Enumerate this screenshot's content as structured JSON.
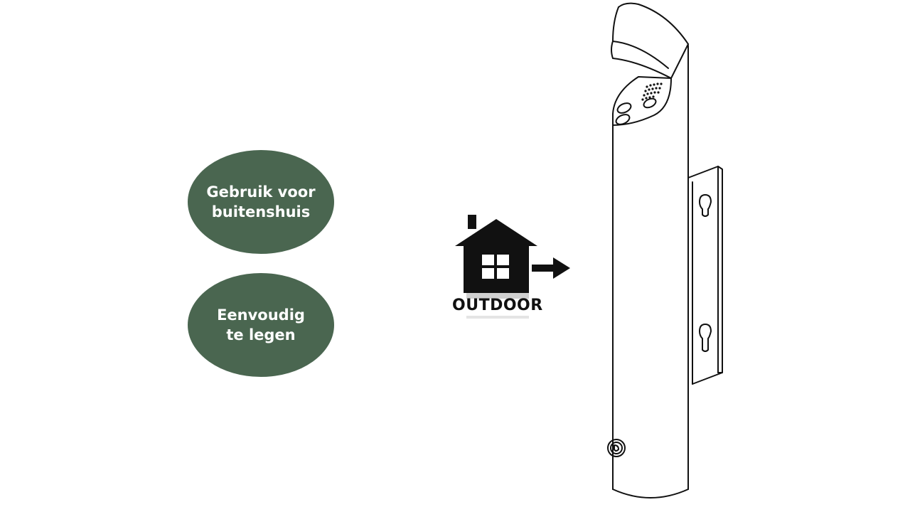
{
  "badges": [
    {
      "line1": "Gebruik voor",
      "line2": "buitenshuis"
    },
    {
      "line1": "Eenvoudig",
      "line2": "te legen"
    }
  ],
  "outdoor": {
    "label": "OUTDOOR",
    "icon": "house-arrow-icon"
  },
  "product": {
    "icon": "wall-mounted-ashtray-icon"
  },
  "colors": {
    "badge_green": "#4a6650",
    "icon_black": "#111111",
    "background": "#ffffff"
  }
}
